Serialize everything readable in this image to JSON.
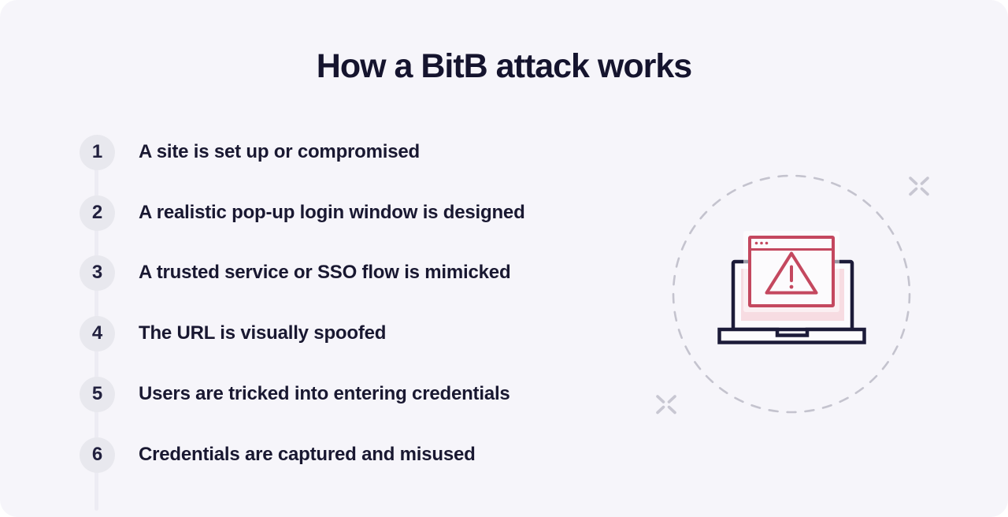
{
  "title": "How a BitB attack works",
  "steps": [
    {
      "number": "1",
      "label": "A site is set up or compromised"
    },
    {
      "number": "2",
      "label": "A realistic pop-up login window is designed"
    },
    {
      "number": "3",
      "label": "A trusted service or SSO flow is mimicked"
    },
    {
      "number": "4",
      "label": "The URL is visually spoofed"
    },
    {
      "number": "5",
      "label": "Users are tricked into entering credentials"
    },
    {
      "number": "6",
      "label": "Credentials are captured and misused"
    }
  ],
  "illustration": {
    "icons": [
      "laptop-icon",
      "warning-browser-window-icon",
      "warning-triangle-icon",
      "sparkle-cross-icon",
      "dashed-circle"
    ]
  },
  "colors": {
    "page_background": "#ffffff",
    "card_background": "#f6f5fa",
    "text_navy": "#15142e",
    "step_circle_fill": "#e8e8ee",
    "step_connector": "#edecf3",
    "alert_red": "#c4485f",
    "screen_pink": "#f7dce2",
    "laptop_outline_navy": "#1c1b39",
    "dashed_circle_gray": "#c4c3ce"
  }
}
